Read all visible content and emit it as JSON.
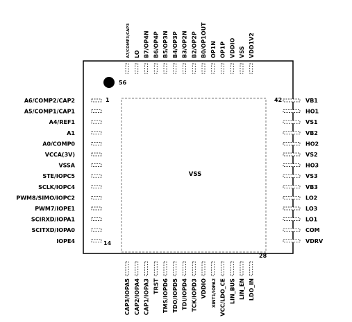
{
  "package": {
    "center_label": "VSS",
    "pin1_number": "1",
    "pin14_number": "14",
    "pin28_number": "28",
    "pin42_number": "42",
    "pin56_number": "56"
  },
  "pins": {
    "left": [
      "A6/COMP2/CAP2",
      "A5/COMP1/CAP1",
      "A4/REF1",
      "A1",
      "A0/COMP0",
      "VCCA(3V)",
      "VSSA",
      "STE/IOPC5",
      "SCLK/IOPC4",
      "PWM8/SIMO/IOPC2",
      "PWM7/IOPE1",
      "SCIRXD/IOPA1",
      "SCITXD/IOPA0",
      "IOPE4"
    ],
    "bottom": [
      "CAP3/IOPA5",
      "CAP2/IOPA4",
      "CAP1/IOPA3",
      "TRST",
      "TMS/IOPD6",
      "TDO/IOPD5",
      "TDI/IOPD4",
      "TCK/IOPD3",
      "VDDIO",
      "XINT1/IOPA2",
      "VCC/LDO_CE",
      "LIN_BUS",
      "LIN_EN",
      "LDO_IN"
    ],
    "right": [
      "VB1",
      "HO1",
      "VS1",
      "VB2",
      "HO2",
      "VS2",
      "HO3",
      "VS3",
      "VB3",
      "LO2",
      "LO3",
      "LO1",
      "COM",
      "VDRV"
    ],
    "top": [
      "A7/COMP3/CAP3",
      "LO",
      "B7/OP4N",
      "B6/OP4P",
      "B5/OP3N",
      "B4/OP3P",
      "B3/OP2N",
      "B2/OP2P",
      "B0/OP1OUT",
      "OP1N",
      "OP1P",
      "VDDIO",
      "VSS",
      "VDD1V2"
    ]
  }
}
